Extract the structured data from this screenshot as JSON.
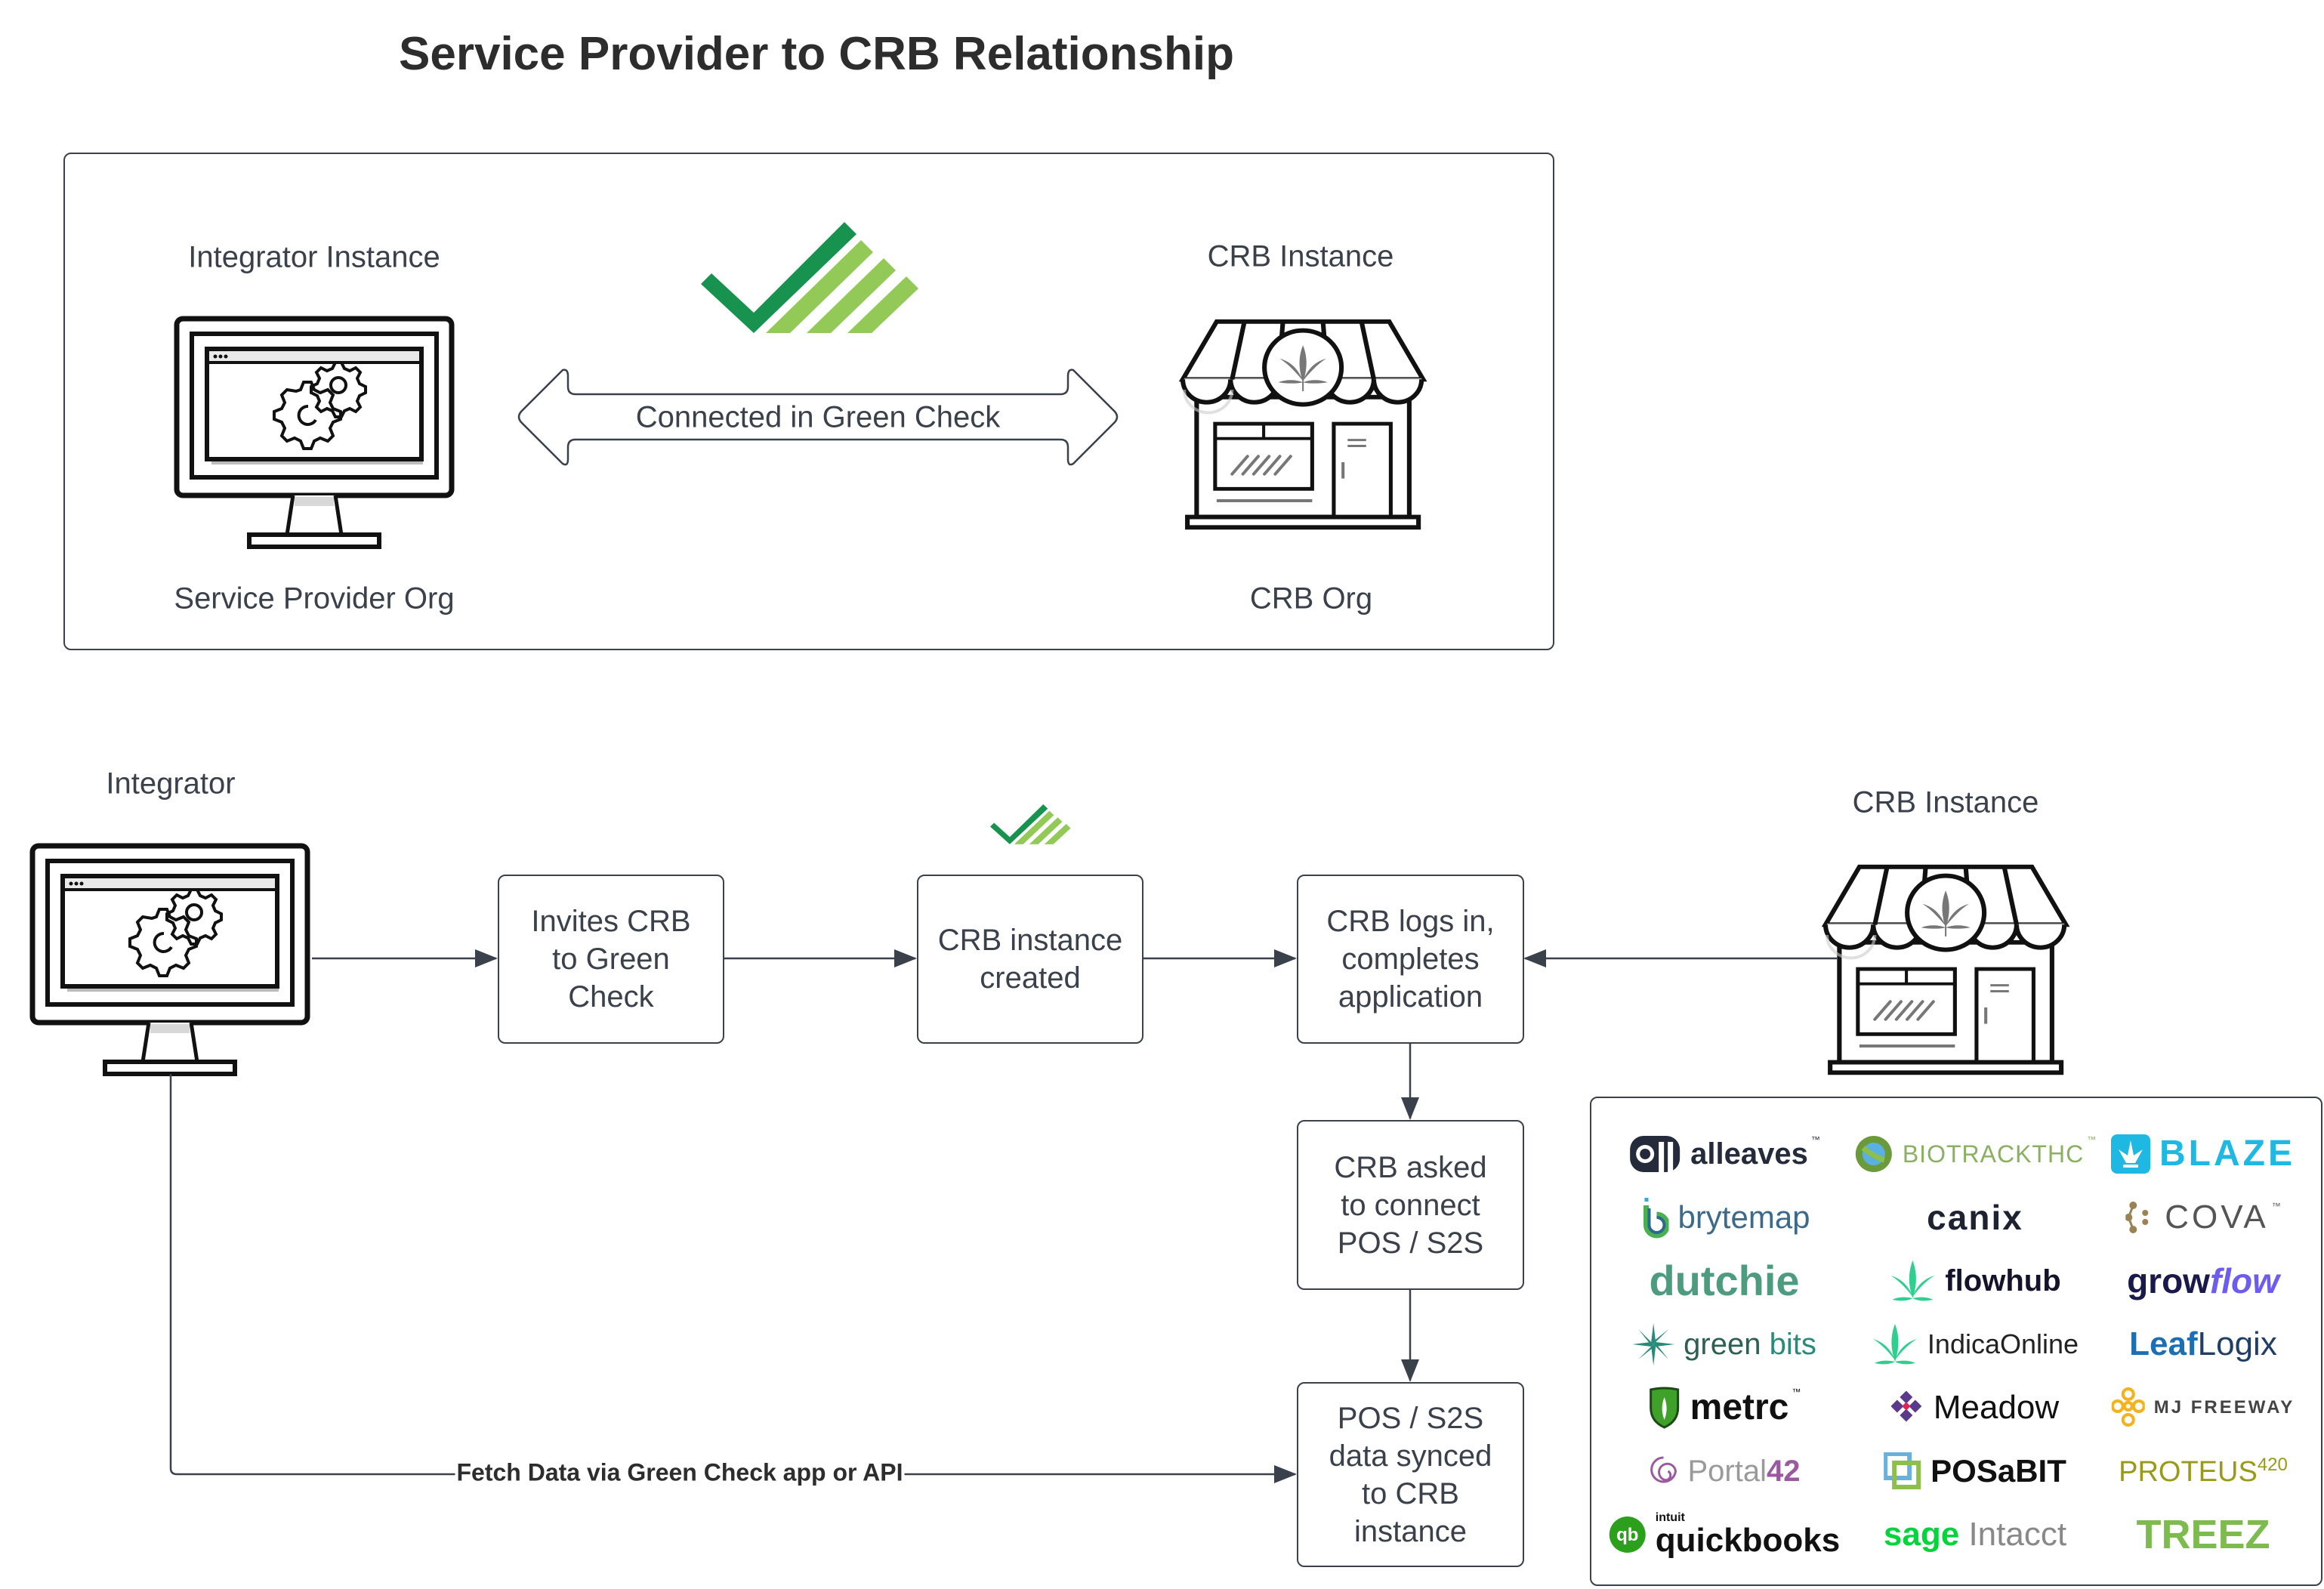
{
  "title": "Service Provider to CRB Relationship",
  "colors": {
    "stroke": "#3a414a",
    "check_dark": "#17934f",
    "check_light": "#92c957"
  },
  "top_panel": {
    "left_title": "Integrator Instance",
    "left_caption": "Service Provider Org",
    "right_title": "CRB Instance",
    "right_caption": "CRB Org",
    "connector_label": "Connected in Green Check",
    "icons": {
      "left": "computer-gears-icon",
      "right": "dispensary-storefront-icon",
      "badge": "green-check-logo-icon"
    }
  },
  "flow": {
    "integrator_label": "Integrator",
    "crb_instance_label": "CRB Instance",
    "steps": [
      {
        "id": "invite",
        "label": "Invites CRB\nto Green\nCheck"
      },
      {
        "id": "created",
        "label": "CRB instance\ncreated"
      },
      {
        "id": "login",
        "label": "CRB logs in,\ncompletes\napplication"
      },
      {
        "id": "connect",
        "label": "CRB asked\nto connect\nPOS / S2S"
      },
      {
        "id": "synced",
        "label": "POS / S2S\ndata synced\nto CRB\ninstance"
      }
    ],
    "fetch_label": "Fetch Data via Green Check app or API"
  },
  "integrations": [
    {
      "name": "alleaves",
      "mark": "all",
      "tm": "™",
      "color": "#252b3b"
    },
    {
      "name": "BIOTRACKTHC",
      "mark": "globe",
      "tm": "™",
      "color": "#8ab061"
    },
    {
      "name": "BLAZE",
      "mark": "leaf-tile",
      "tm": "",
      "color": "#1fb8e3"
    },
    {
      "name": "brytemap",
      "mark": "b",
      "tm": "",
      "color": "#3d6a8a"
    },
    {
      "name": "canix",
      "mark": "",
      "tm": "",
      "color": "#1d2330"
    },
    {
      "name": "COVA",
      "mark": "nodes",
      "tm": "™",
      "color": "#555555"
    },
    {
      "name": "dutchie",
      "mark": "",
      "tm": "",
      "color": "#4e9c80"
    },
    {
      "name": "flowhub",
      "mark": "leaf",
      "tm": "",
      "color": "#13132b"
    },
    {
      "name": "growflow",
      "mark": "",
      "tm": "",
      "color": "#1a1a4a"
    },
    {
      "name": "green bits",
      "mark": "star",
      "tm": "",
      "color": "#2f5e52"
    },
    {
      "name": "IndicaOnline",
      "mark": "leaf",
      "tm": "",
      "color": "#222222"
    },
    {
      "name": "LeafLogix",
      "mark": "",
      "tm": "",
      "color": "#1b6fb5"
    },
    {
      "name": "metrc",
      "mark": "shield",
      "tm": "™",
      "color": "#111111"
    },
    {
      "name": "Meadow",
      "mark": "diamond",
      "tm": "",
      "color": "#111111"
    },
    {
      "name": "MJ FREEWAY",
      "mark": "knot",
      "tm": "",
      "color": "#444444"
    },
    {
      "name": "Portal42",
      "mark": "swirl",
      "tm": "",
      "color": "#9a9a9a"
    },
    {
      "name": "POSaBIT",
      "mark": "squares",
      "tm": "",
      "color": "#111111"
    },
    {
      "name": "PROTEUS420",
      "mark": "",
      "tm": "",
      "color": "#9a9a1a"
    },
    {
      "name": "quickbooks",
      "mark": "qb",
      "tm": "",
      "color": "#111111",
      "prefix": "intuit"
    },
    {
      "name": "sage Intacct",
      "mark": "",
      "tm": "",
      "color": "#888888"
    },
    {
      "name": "TREEZ",
      "mark": "",
      "tm": "",
      "color": "#7dbb4f"
    }
  ]
}
